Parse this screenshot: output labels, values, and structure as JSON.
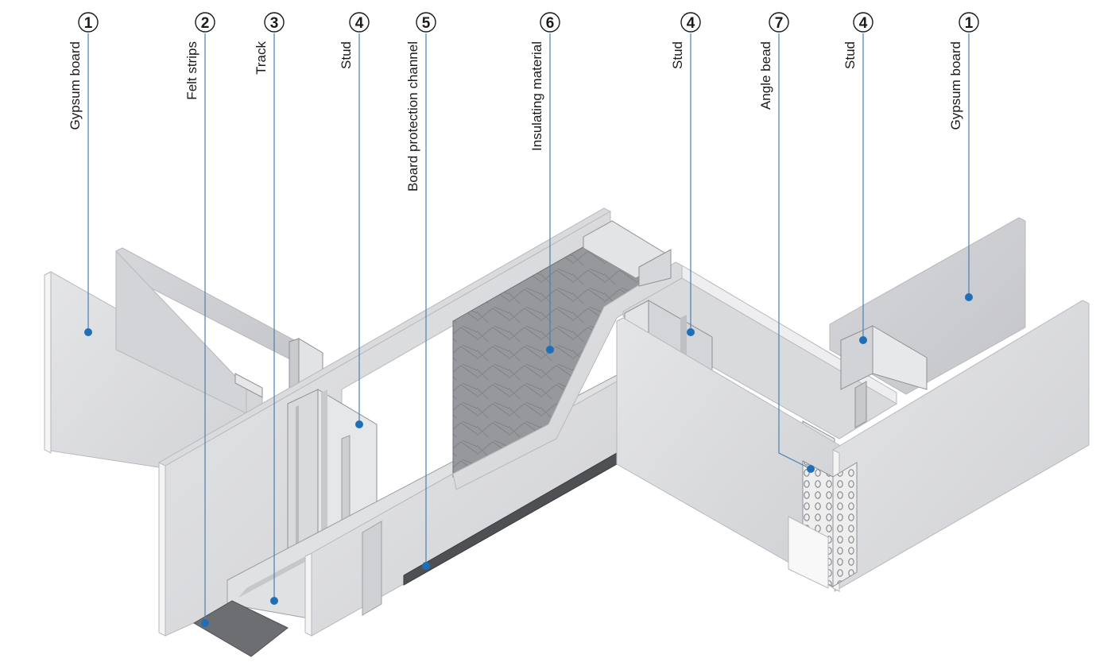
{
  "callouts": [
    {
      "number": "1",
      "label": "Gypsum board"
    },
    {
      "number": "2",
      "label": "Felt strips"
    },
    {
      "number": "3",
      "label": "Track"
    },
    {
      "number": "4",
      "label": "Stud"
    },
    {
      "number": "5",
      "label": "Board protection channel"
    },
    {
      "number": "6",
      "label": "Insulating material"
    },
    {
      "number": "4",
      "label": "Stud"
    },
    {
      "number": "7",
      "label": "Angle bead"
    },
    {
      "number": "4",
      "label": "Stud"
    },
    {
      "number": "1",
      "label": "Gypsum board"
    }
  ],
  "colors": {
    "leader": "#4a7fb0",
    "dot": "#1f6fb8",
    "board": "#dcdde0",
    "board_edge": "#f4f4f5",
    "insulation": "#909296",
    "felt": "#6b6d70"
  }
}
